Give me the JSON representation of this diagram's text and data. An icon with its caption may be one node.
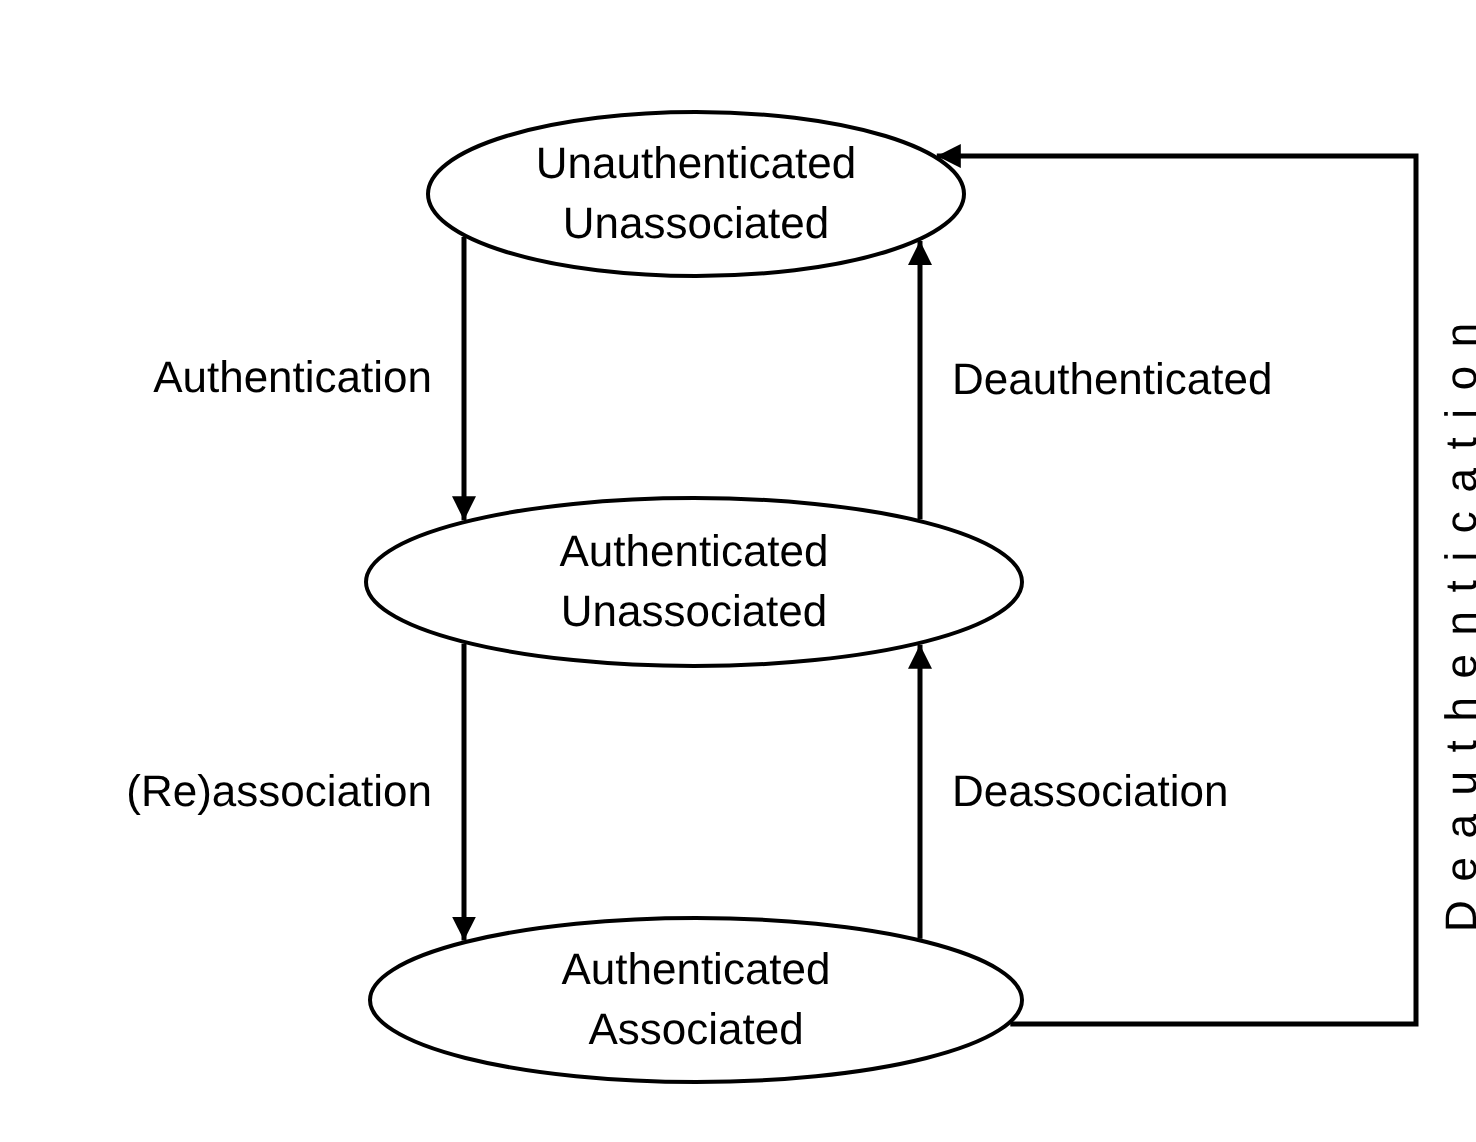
{
  "diagram": {
    "nodes": [
      {
        "text": [
          "Unauthenticated Unassociated"
        ]
      },
      {
        "text": [
          "Authenticated Unassociated"
        ]
      },
      {
        "text": [
          "Authenticated Associated"
        ]
      }
    ],
    "edges": [
      {
        "from": 0,
        "to": 1,
        "arrow": "to",
        "label": "Authentication"
      },
      {
        "from": 1,
        "to": 0,
        "arrow": "to",
        "label": "Deauthenticated"
      },
      {
        "from": 1,
        "to": 2,
        "arrow": "to",
        "label": "(Re)association"
      },
      {
        "from": 2,
        "to": 1,
        "arrow": "to",
        "label": "Deassociation"
      },
      {
        "from": 2,
        "to": 0,
        "arrow": "to",
        "label": "Deauthentication"
      }
    ]
  }
}
